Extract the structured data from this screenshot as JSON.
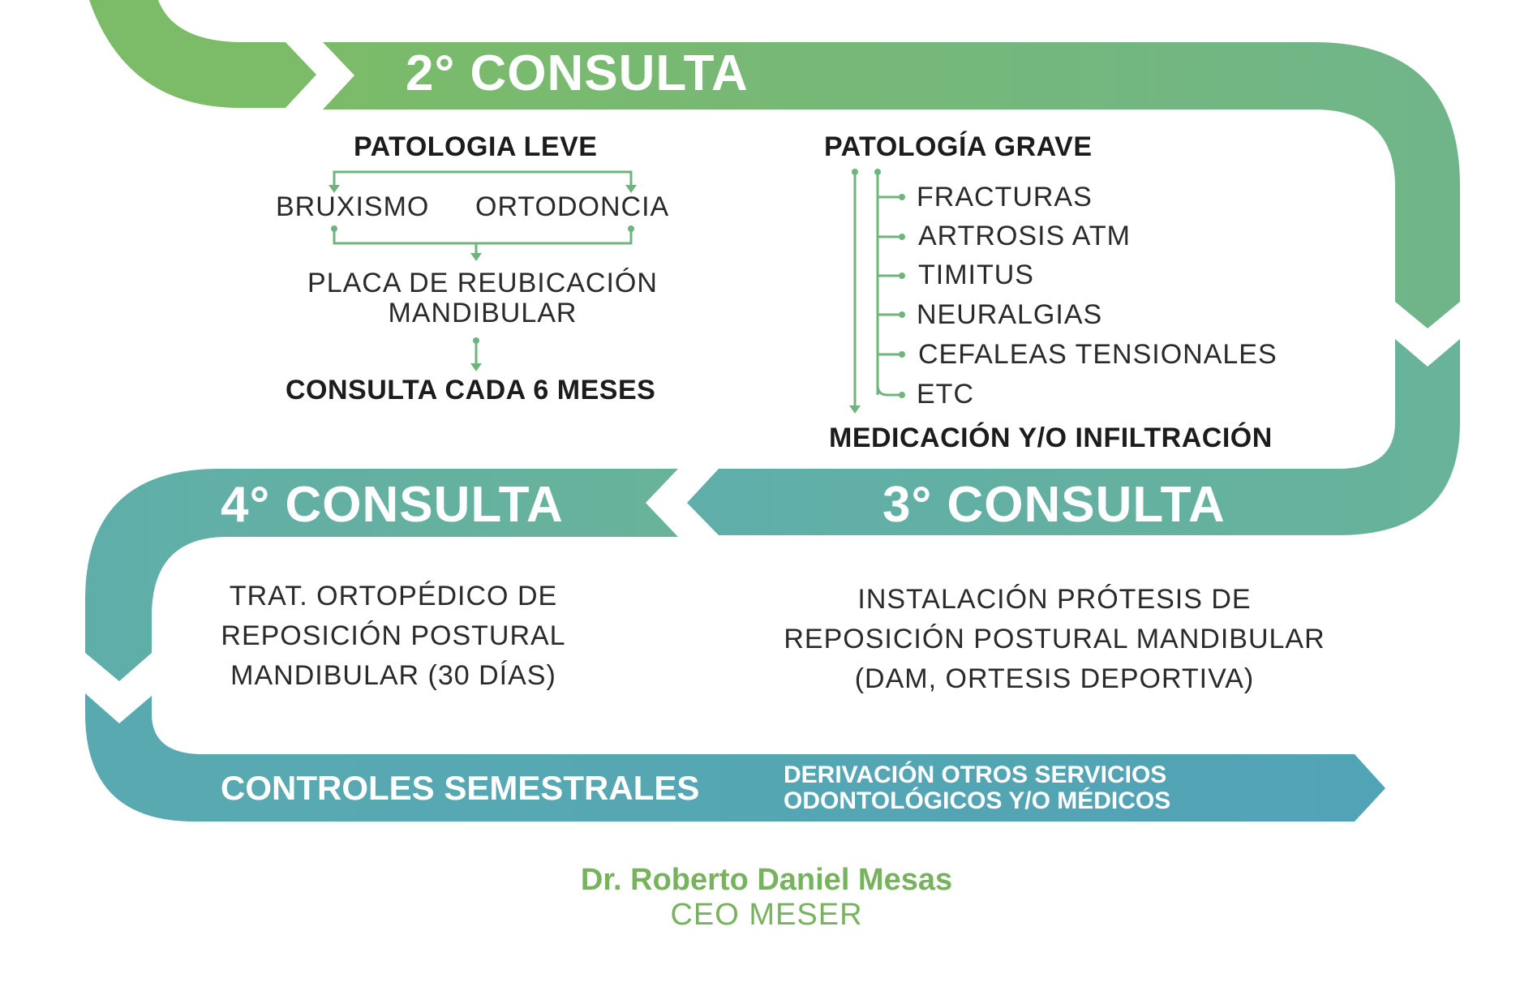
{
  "stage2": {
    "title": "2° CONSULTA",
    "mild": {
      "heading": "PATOLOGIA LEVE",
      "options": [
        "BRUXISMO",
        "ORTODONCIA"
      ],
      "treatment_lines": [
        "PLACA DE REUBICACIÓN",
        "MANDIBULAR"
      ],
      "followup": "CONSULTA CADA 6 MESES"
    },
    "severe": {
      "heading": "PATOLOGÍA GRAVE",
      "items": [
        "FRACTURAS",
        "ARTROSIS ATM",
        "TIMITUS",
        "NEURALGIAS",
        "CEFALEAS TENSIONALES",
        "ETC"
      ],
      "outcome": "MEDICACIÓN Y/O INFILTRACIÓN"
    }
  },
  "stage3": {
    "title": "3° CONSULTA",
    "lines": [
      "INSTALACIÓN PRÓTESIS DE",
      "REPOSICIÓN POSTURAL MANDIBULAR",
      "(DAM, ORTESIS DEPORTIVA)"
    ]
  },
  "stage4": {
    "title": "4° CONSULTA",
    "lines": [
      "TRAT. ORTOPÉDICO DE",
      "REPOSICIÓN POSTURAL",
      "MANDIBULAR (30 DÍAS)"
    ]
  },
  "final": {
    "title": "CONTROLES SEMESTRALES",
    "referral_lines": [
      "DERIVACIÓN OTROS SERVICIOS",
      "ODONTOLÓGICOS Y/O MÉDICOS"
    ]
  },
  "credit": {
    "name": "Dr. Roberto Daniel Mesas",
    "role": "CEO MESER"
  },
  "colors": {
    "green_light": "#79b86a",
    "green_mid": "#6db58a",
    "teal": "#5faeaa",
    "teal_dark": "#52a4b4",
    "connector": "#6fb47e",
    "text_dark": "#1c1c1c",
    "credit": "#77b35f"
  }
}
